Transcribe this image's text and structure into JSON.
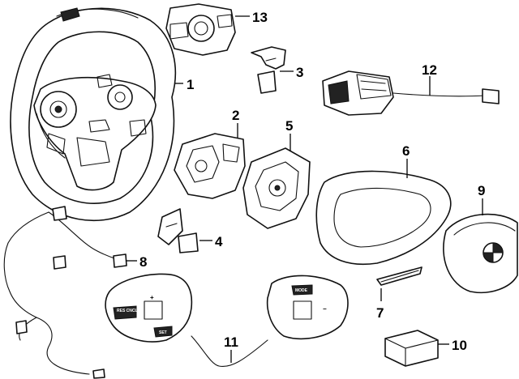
{
  "callouts": [
    {
      "id": "1",
      "label": "1"
    },
    {
      "id": "2",
      "label": "2"
    },
    {
      "id": "3",
      "label": "3"
    },
    {
      "id": "4",
      "label": "4"
    },
    {
      "id": "5",
      "label": "5"
    },
    {
      "id": "6",
      "label": "6"
    },
    {
      "id": "7",
      "label": "7"
    },
    {
      "id": "8",
      "label": "8"
    },
    {
      "id": "9",
      "label": "9"
    },
    {
      "id": "10",
      "label": "10"
    },
    {
      "id": "11",
      "label": "11"
    },
    {
      "id": "12",
      "label": "12"
    },
    {
      "id": "13",
      "label": "13"
    }
  ],
  "button_labels": {
    "mode": "MODE",
    "res_cncl": "RES CNCL",
    "set": "SET",
    "plus": "+",
    "minus": "−"
  }
}
